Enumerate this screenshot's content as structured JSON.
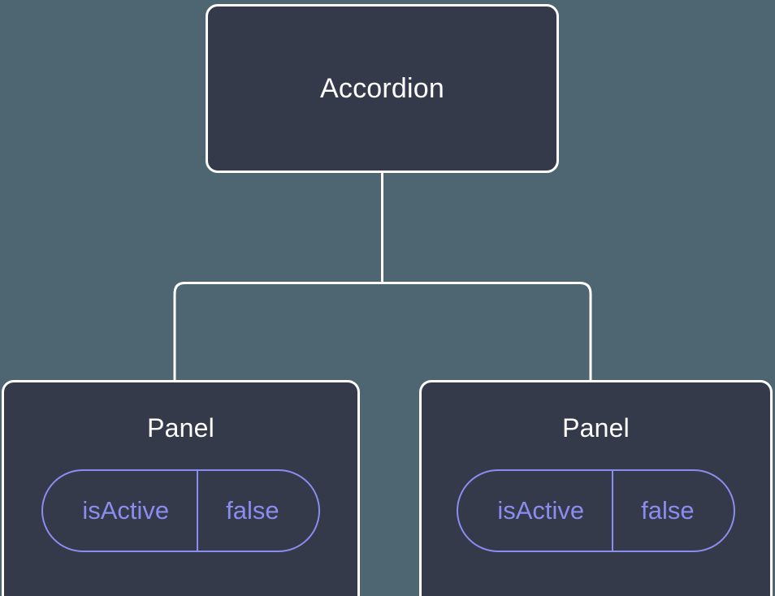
{
  "diagram": {
    "type": "component-tree",
    "background_color": "#4d6672",
    "node_fill_color": "#343a49",
    "node_border_color": "#ffffff",
    "edge_color": "#ffffff",
    "prop_accent_color": "#8b8cf0",
    "root": {
      "label": "Accordion"
    },
    "children": [
      {
        "label": "Panel",
        "prop": {
          "key": "isActive",
          "value": "false"
        }
      },
      {
        "label": "Panel",
        "prop": {
          "key": "isActive",
          "value": "false"
        }
      }
    ]
  }
}
